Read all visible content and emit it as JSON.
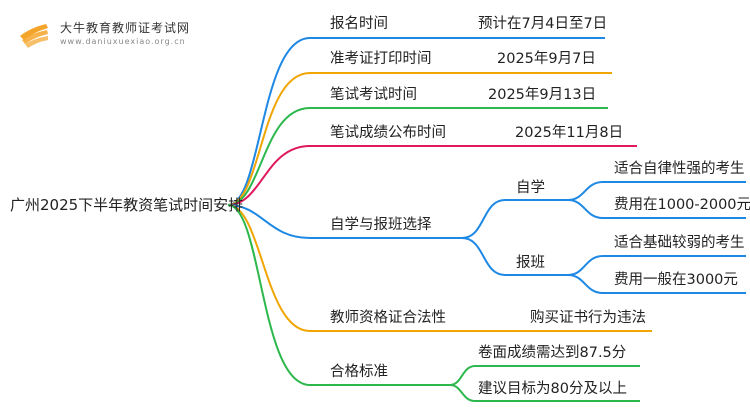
{
  "brand": {
    "name": "大牛教育教师证考试网",
    "url": "www.daniuxuexiao.org.cn",
    "logo_color": "#f4a428"
  },
  "mindmap": {
    "root": "广州2025下半年教资笔试时间安排",
    "branches": [
      {
        "label": "报名时间",
        "value": "预计在7月4日至7日",
        "color": "#1e88e5"
      },
      {
        "label": "准考证打印时间",
        "value": "2025年9月7日",
        "color": "#f0a500"
      },
      {
        "label": "笔试考试时间",
        "value": "2025年9月13日",
        "color": "#2db84d"
      },
      {
        "label": "笔试成绩公布时间",
        "value": "2025年11月8日",
        "color": "#e0185e"
      },
      {
        "label": "自学与报班选择",
        "color": "#1e88e5",
        "children": [
          {
            "label": "自学",
            "items": [
              "适合自律性强的考生",
              "费用在1000-2000元"
            ]
          },
          {
            "label": "报班",
            "items": [
              "适合基础较弱的考生",
              "费用一般在3000元"
            ]
          }
        ]
      },
      {
        "label": "教师资格证合法性",
        "value": "购买证书行为违法",
        "color": "#f0a500"
      },
      {
        "label": "合格标准",
        "color": "#2db84d",
        "items": [
          "卷面成绩需达到87.5分",
          "建议目标为80分及以上"
        ]
      }
    ]
  }
}
